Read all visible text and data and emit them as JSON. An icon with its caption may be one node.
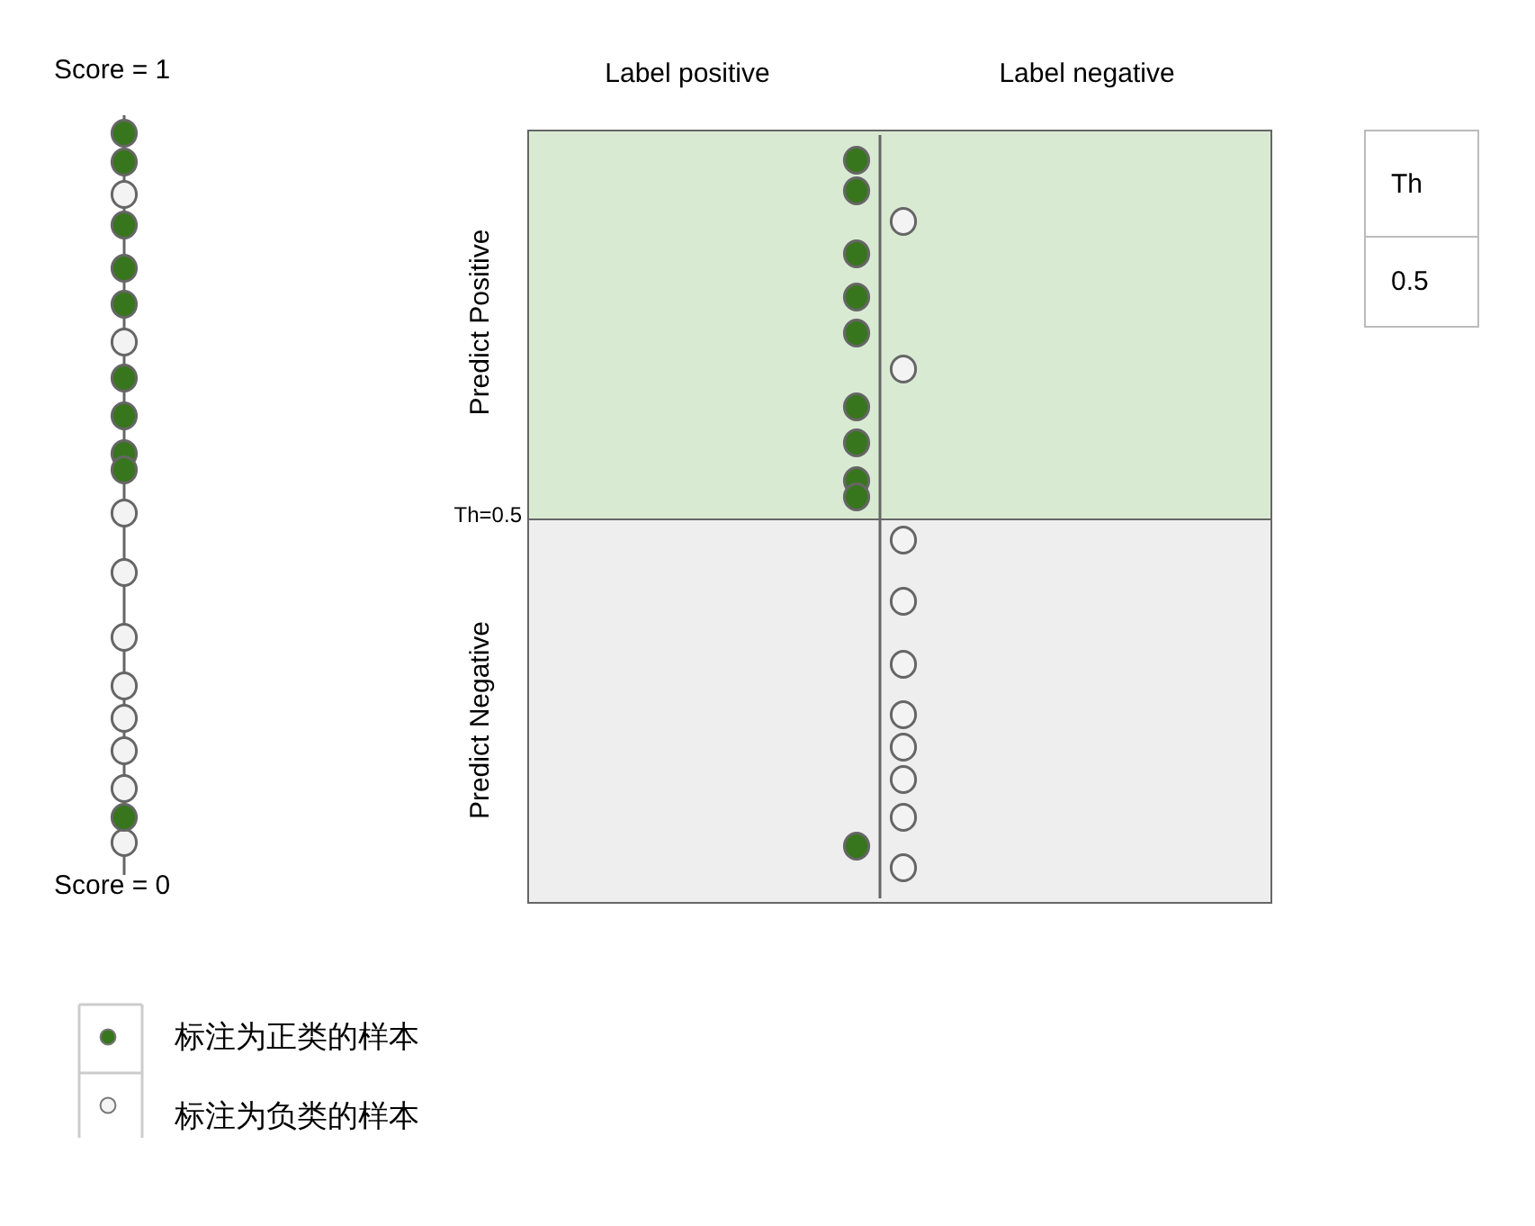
{
  "diagram": {
    "nodes": [
      {
        "text": [
          "Predict Positive"
        ]
      },
      {
        "text": [
          "Predict Negative"
        ]
      }
    ],
    "labels": [
      "Score = 1",
      "Label positive",
      "Label negative",
      "Th",
      "0.5",
      "Th=0.5",
      "Score = 0"
    ],
    "legend": [
      {
        "text": "标注为正类的样本",
        "color": "#38761d"
      },
      {
        "text": "标注为负类的样本",
        "color": "#f3f3f3"
      }
    ]
  }
}
